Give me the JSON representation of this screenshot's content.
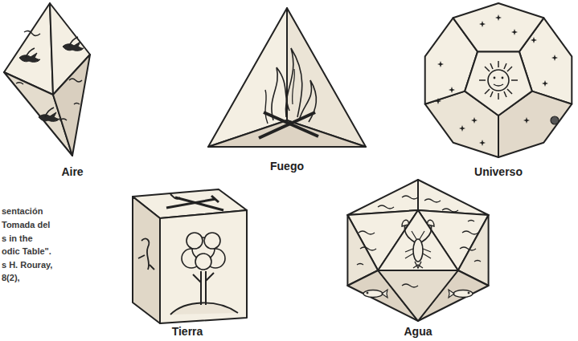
{
  "diagram": {
    "nodes": [
      {
        "text": [
          "Aire"
        ]
      },
      {
        "text": [
          "Fuego"
        ]
      },
      {
        "text": [
          "Universo"
        ]
      },
      {
        "text": [
          "Tierra"
        ]
      },
      {
        "text": [
          "Agua"
        ]
      }
    ],
    "labels": [
      "sentación",
      "Tomada del",
      "s in the",
      "odic Table\".",
      "s H. Rouray,",
      "8(2),"
    ]
  }
}
